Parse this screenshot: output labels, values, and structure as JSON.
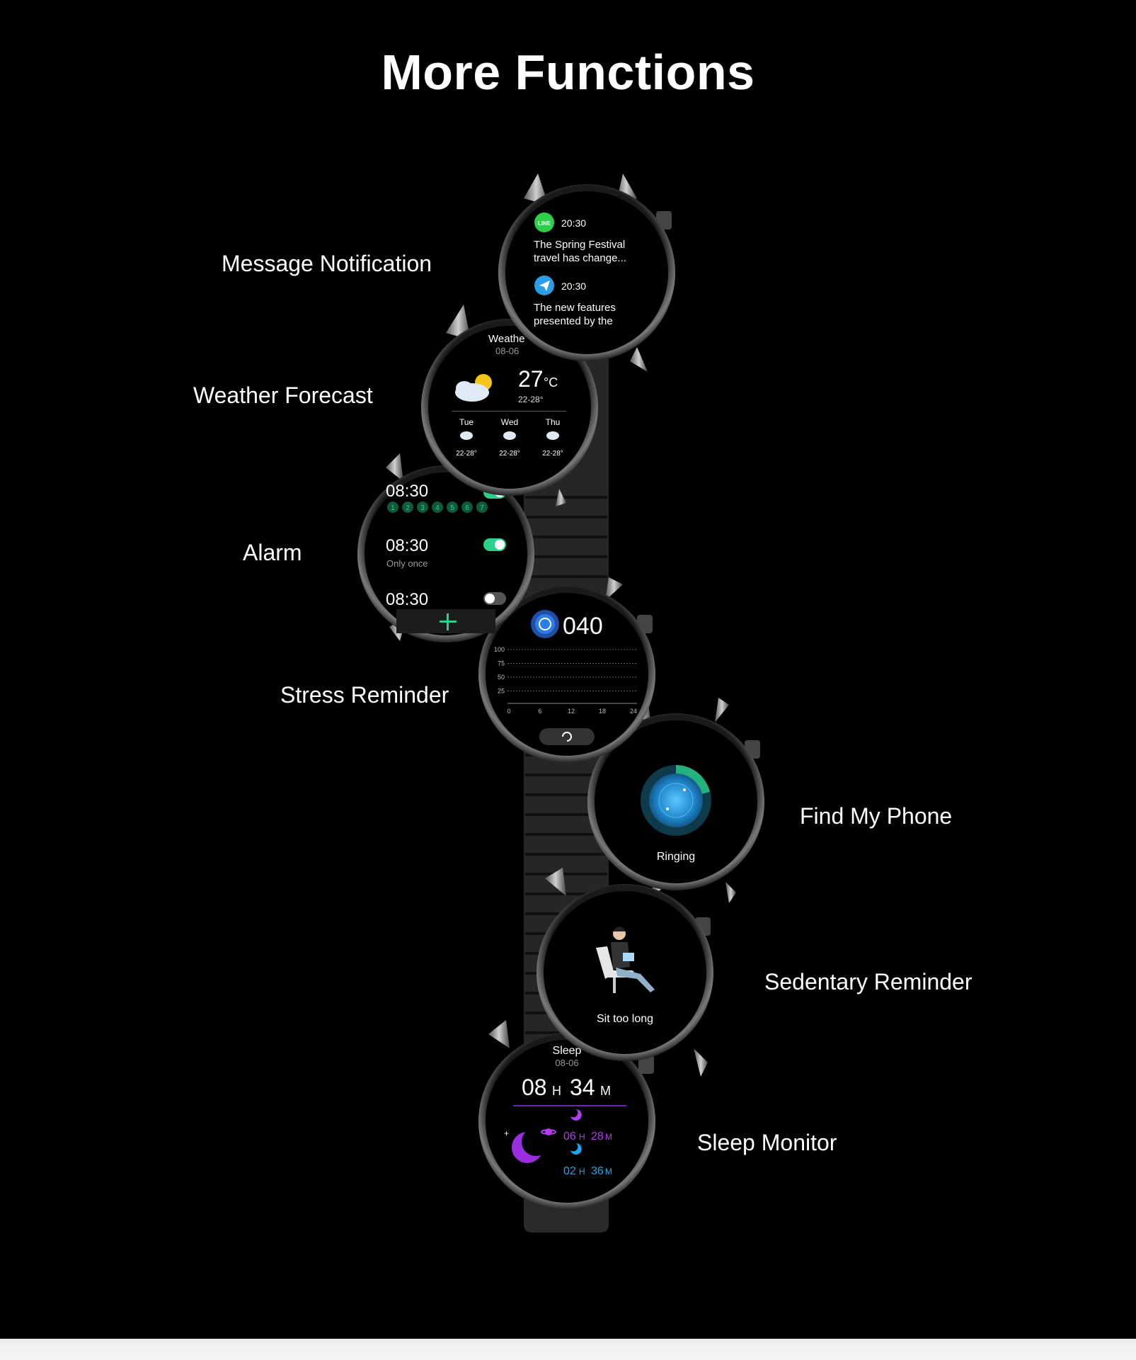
{
  "headline": "More Functions",
  "labels": {
    "message": "Message Notification",
    "weather": "Weather Forecast",
    "alarm": "Alarm",
    "stress": "Stress Reminder",
    "find_phone": "Find My Phone",
    "sedentary": "Sedentary Reminder",
    "sleep": "Sleep Monitor"
  },
  "notifications": [
    {
      "app_icon": "line-app-icon",
      "app_badge": "LINE",
      "time": "20:30",
      "line1": "The Spring Festival",
      "line2": "travel has change..."
    },
    {
      "app_icon": "telegram-app-icon",
      "time": "20:30",
      "line1": "The new features",
      "line2": "presented by the"
    }
  ],
  "weather": {
    "title": "Weathe",
    "date": "08-06",
    "temp": "27",
    "unit": "°C",
    "range": "22-28°",
    "forecast": [
      {
        "day": "Tue",
        "range": "22-28°"
      },
      {
        "day": "Wed",
        "range": "22-28°"
      },
      {
        "day": "Thu",
        "range": "22-28°"
      }
    ]
  },
  "alarm": {
    "items": [
      {
        "time": "08:30",
        "days": [
          "1",
          "2",
          "3",
          "4",
          "5",
          "6",
          "7"
        ],
        "on": true
      },
      {
        "time": "08:30",
        "repeat": "Only once",
        "on": true
      },
      {
        "time": "08:30",
        "on": false
      }
    ],
    "add_icon": "plus-icon"
  },
  "stress": {
    "value": "040",
    "y_ticks": [
      "100",
      "75",
      "50",
      "25"
    ],
    "x_ticks": [
      "0",
      "6",
      "12",
      "18",
      "24"
    ]
  },
  "find_phone": {
    "status": "Ringing"
  },
  "sedentary": {
    "message": "Sit too long"
  },
  "sleep": {
    "title": "Sleep",
    "date": "08-06",
    "total_h": "08",
    "total_m": "34",
    "deep_h": "06",
    "deep_m": "28",
    "light_h": "02",
    "light_m": "36",
    "h_unit": "H",
    "m_unit": "M"
  },
  "colors": {
    "background": "#000000",
    "accent_green": "#2bd08a",
    "sleep_purple": "#b23cf0",
    "sleep_blue": "#1aa8f0",
    "radar_cyan": "#2ab8e8"
  }
}
